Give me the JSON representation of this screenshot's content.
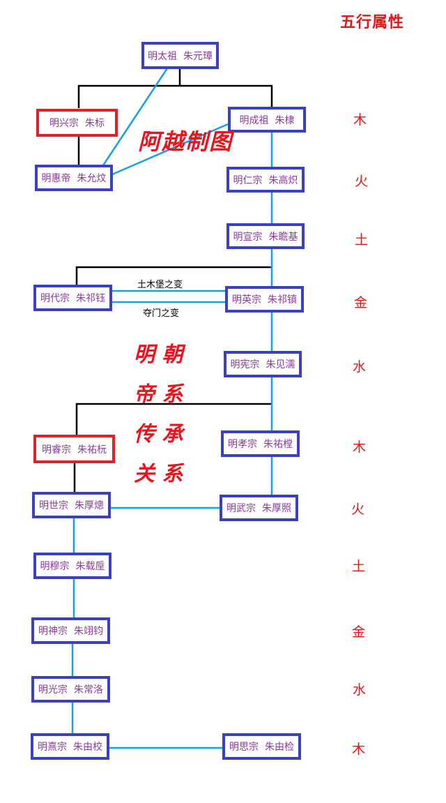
{
  "title": "五行属性",
  "watermark": "阿越制图",
  "center_title": [
    "明 朝",
    "帝 系",
    "传 承",
    "关 系"
  ],
  "events": {
    "tumu": "土木堡之变",
    "duomen": "夺门之变"
  },
  "emperors": [
    "明太祖  朱元璋",
    "明兴宗  朱标",
    "明成祖  朱棣",
    "明惠帝  朱允炆",
    "明仁宗  朱高炽",
    "明宣宗  朱瞻基",
    "明代宗  朱祁钰",
    "明英宗  朱祁镇",
    "明宪宗  朱见濡",
    "明睿宗  朱祐杬",
    "明孝宗  朱祐樘",
    "明世宗  朱厚熜",
    "明武宗  朱厚照",
    "明穆宗  朱载垕",
    "明神宗  朱翊钧",
    "明光宗  朱常洛",
    "明熹宗  朱由校",
    "明思宗  朱由检"
  ],
  "elements": [
    "木",
    "火",
    "土",
    "金",
    "水",
    "木",
    "火",
    "土",
    "金",
    "水",
    "木"
  ],
  "colors": {
    "emperor_border": "#3b3fc4",
    "posthumous_border": "#e0202a",
    "succession_line": "#1aa0e0",
    "lineage_line": "#000000",
    "accent": "#e01818"
  }
}
